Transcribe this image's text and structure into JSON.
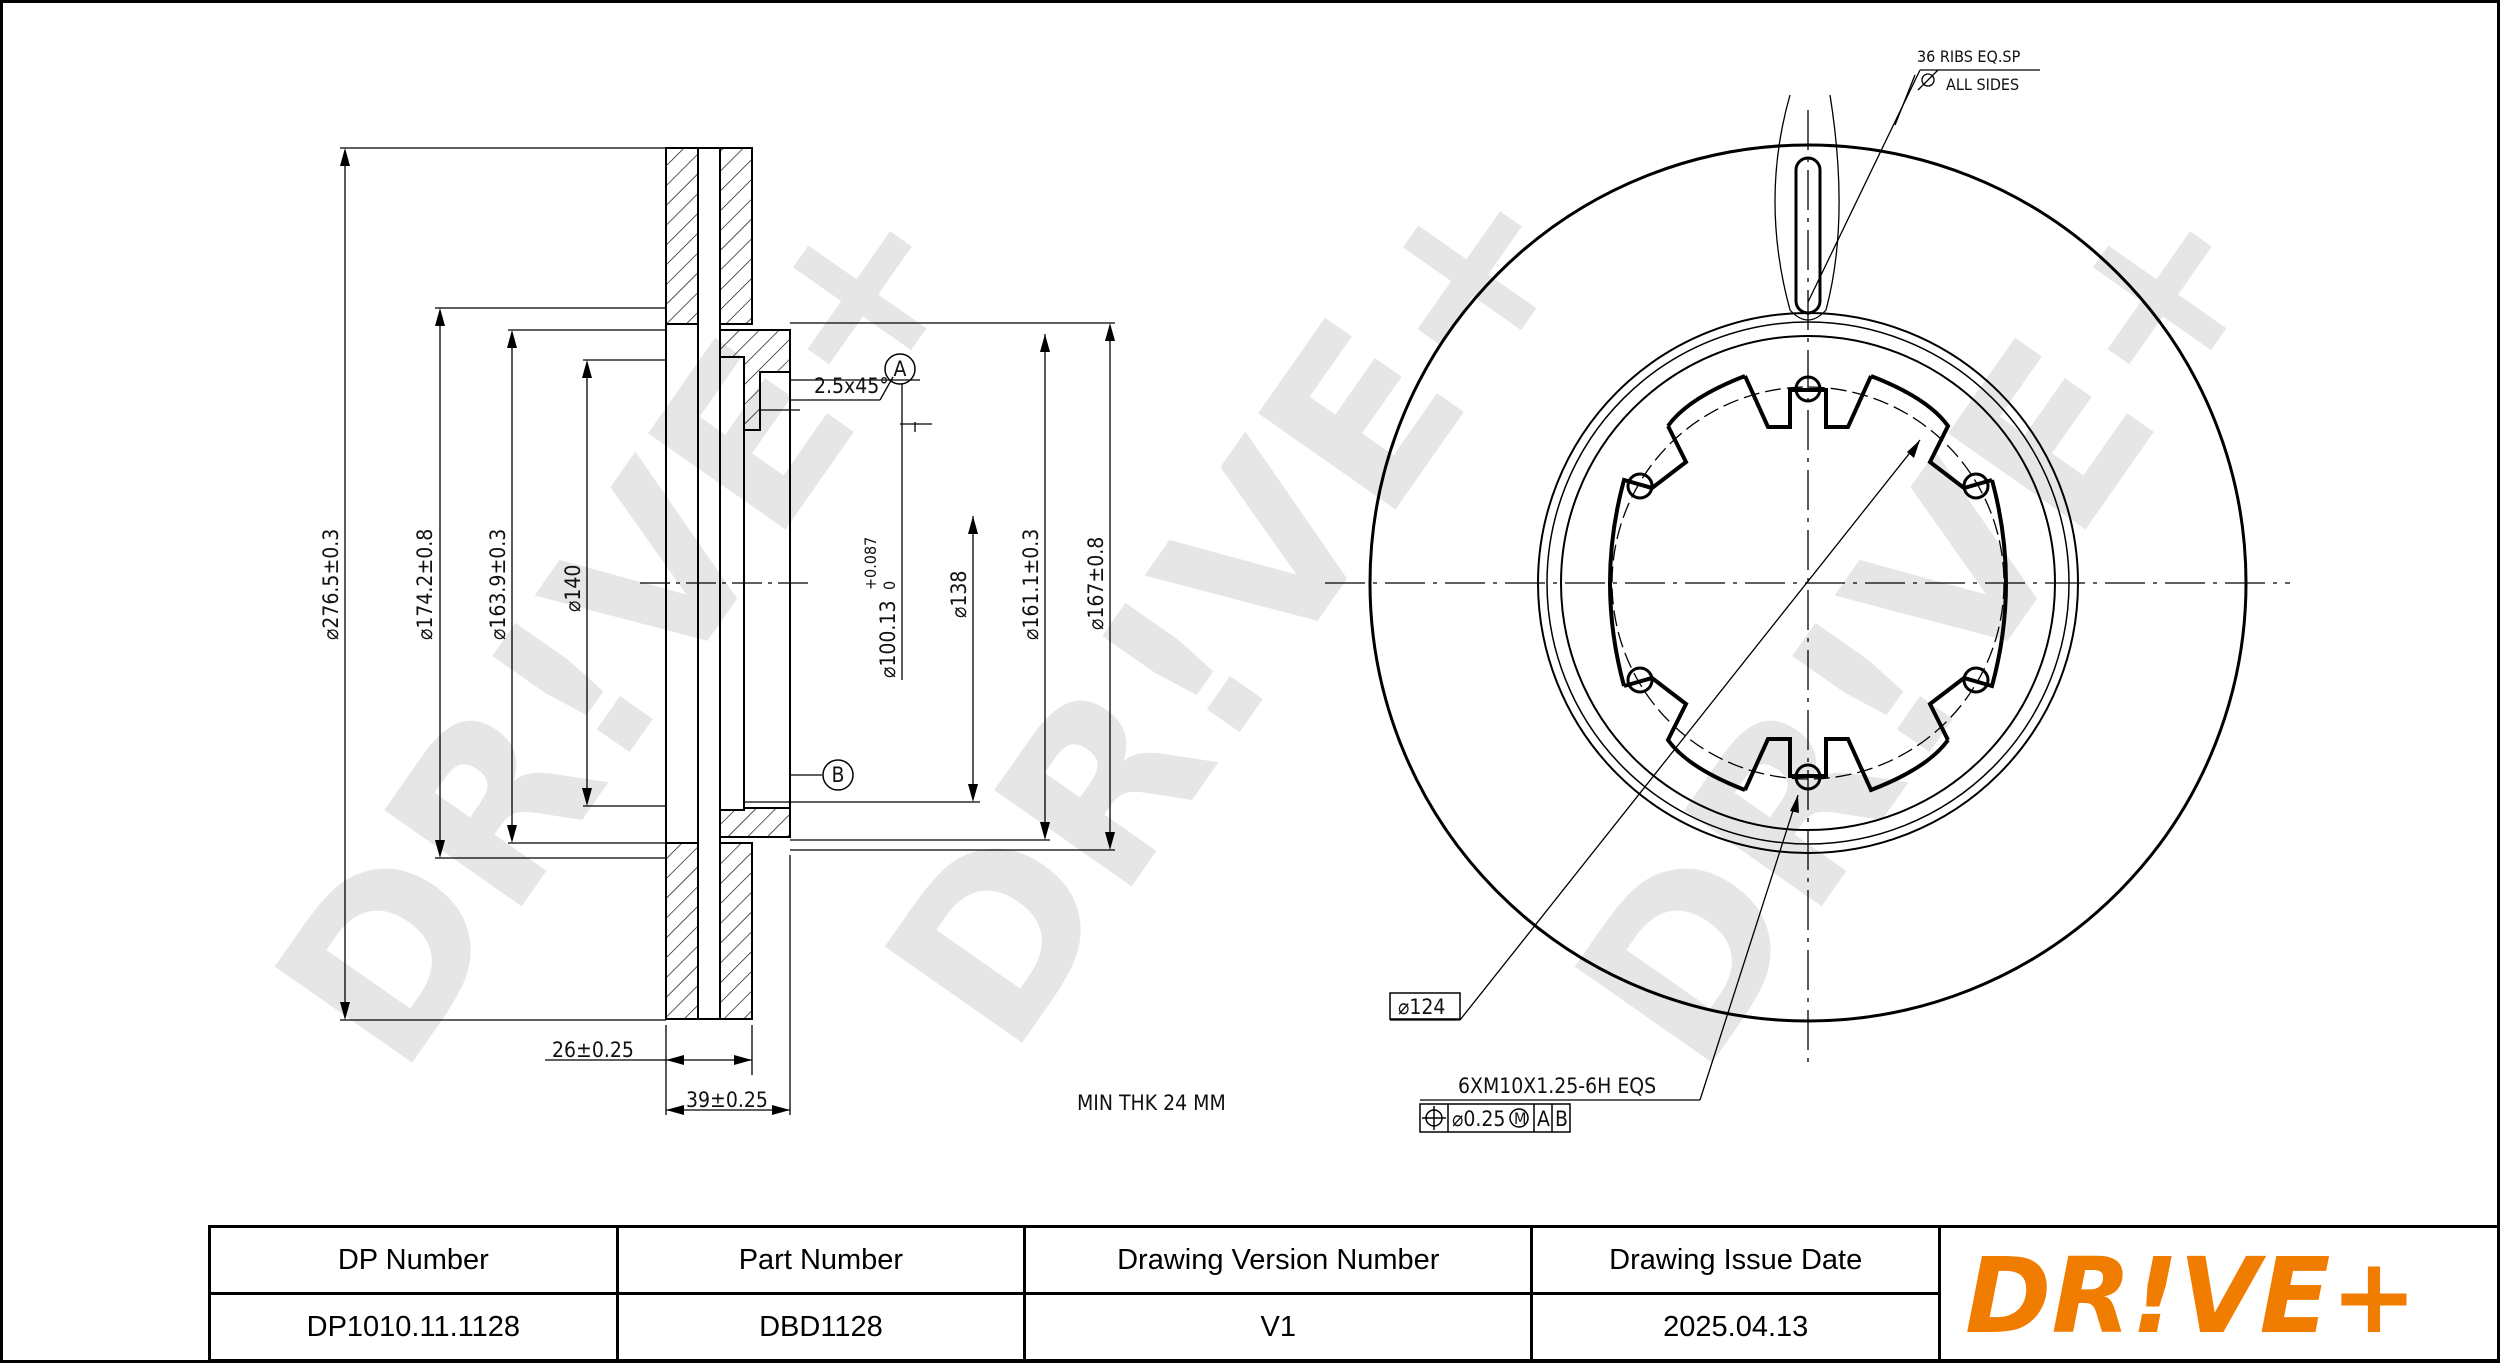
{
  "watermark": "DR!VE+",
  "brand_color": "#f07d00",
  "dimensions": {
    "outer_diameter": "276.5±0.3",
    "d174": "174.2±0.8",
    "d163": "163.9±0.3",
    "d140": "140",
    "d100": "100.13",
    "d100_tol_upper": "+0.087",
    "d100_tol_lower": "0",
    "d138": "138",
    "d161": "161.1±0.3",
    "d167": "167±0.8",
    "chamfer": "2.5x45°",
    "datum_a": "A",
    "datum_b": "B",
    "thickness": "26±0.25",
    "height": "39±0.25",
    "min_thickness": "MIN THK 24 MM",
    "ribs_line1": "36 RIBS EQ.SP",
    "ribs_line2": "ALL SIDES",
    "pcd": "124",
    "bolt_spec": "6XM10X1.25-6H EQS",
    "position_tol": "0.25",
    "modifier": "M",
    "ref_a": "A",
    "ref_b": "B"
  },
  "title_block": {
    "headers": [
      "DP Number",
      "Part Number",
      "Drawing Version Number",
      "Drawing Issue Date"
    ],
    "values": [
      "DP1010.11.1128",
      "DBD1128",
      "V1",
      "2025.04.13"
    ],
    "logo_text": "DR!VE+"
  }
}
